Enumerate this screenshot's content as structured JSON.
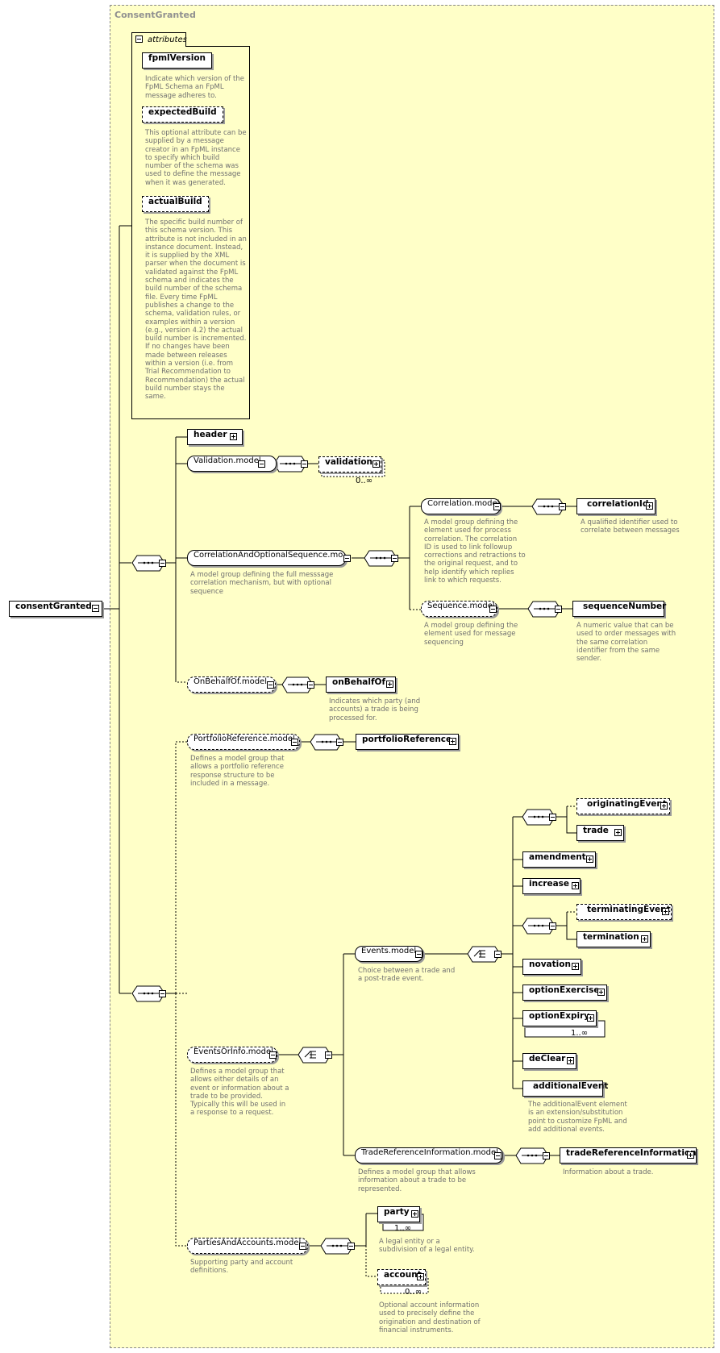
{
  "panel": {
    "title": "ConsentGranted"
  },
  "root": {
    "label": "consentGranted"
  },
  "attributes": {
    "tab_label": "attributes",
    "items": [
      {
        "name": "fpmlVersion",
        "desc": "Indicate which version of the\nFpML Schema an FpML\nmessage adheres to."
      },
      {
        "name": "expectedBuild",
        "desc": "This optional attribute can be\nsupplied by a message\ncreator in an FpML instance\nto specify which build\nnumber of the schema was\nused to define the message\nwhen it was generated."
      },
      {
        "name": "actualBuild",
        "desc": "The specific build number of\nthis schema version. This\nattribute is not included in an\ninstance document. Instead,\nit is supplied by the XML\nparser when the document is\nvalidated against the FpML\nschema and indicates the\nbuild number of the schema\nfile. Every time FpML\npublishes a change to the\nschema, validation rules, or\nexamples within a version\n(e.g., version 4.2) the actual\nbuild number is incremented.\nIf no changes have been\nmade between releases\nwithin a version (i.e. from\nTrial Recommendation to\nRecommendation) the actual\nbuild number stays the\nsame."
      }
    ]
  },
  "nodes": {
    "header": {
      "label": "header"
    },
    "validation_model": {
      "label": "Validation.model"
    },
    "validation": {
      "label": "validation",
      "occurs": "0..∞"
    },
    "corr_opt_seq": {
      "label": "CorrelationAndOptionalSequence.mo...",
      "desc": "A model group defining the full messsage\ncorrelation mechanism, but with optional\nsequence"
    },
    "correlation_model": {
      "label": "Correlation.model",
      "desc": "A model group defining the\nelement used for process\ncorrelation. The correlation\nID is used to link followup\ncorrections and retractions to\nthe original request, and to\nhelp identify which replies\nlink to which requests."
    },
    "correlation_id": {
      "label": "correlationId",
      "desc": "A qualified identifier used to\ncorrelate between messages"
    },
    "sequence_model": {
      "label": "Sequence.model",
      "desc": "A model group defining the\nelement used for message\nsequencing"
    },
    "sequence_number": {
      "label": "sequenceNumber",
      "desc": "A numeric value that can be\nused to order messages with\nthe same correlation\nidentifier from the same\nsender."
    },
    "on_behalf_of_model": {
      "label": "OnBehalfOf.model"
    },
    "on_behalf_of": {
      "label": "onBehalfOf",
      "desc": "Indicates which party (and\naccounts) a trade is being\nprocessed for."
    },
    "portfolio_ref_model": {
      "label": "PortfolioReference.model",
      "desc": "Defines a model group that\nallows a portfolio reference\nresponse structure to be\nincluded in a message."
    },
    "portfolio_reference": {
      "label": "portfolioReference"
    },
    "originating_event": {
      "label": "originatingEvent"
    },
    "trade": {
      "label": "trade"
    },
    "amendment": {
      "label": "amendment"
    },
    "increase": {
      "label": "increase"
    },
    "terminating_event": {
      "label": "terminatingEvent"
    },
    "termination": {
      "label": "termination"
    },
    "novation": {
      "label": "novation"
    },
    "option_exercise": {
      "label": "optionExercise"
    },
    "option_expiry": {
      "label": "optionExpiry",
      "occurs": "1..∞"
    },
    "declear": {
      "label": "deClear"
    },
    "additional_event": {
      "label": "additionalEvent",
      "desc": "The additionalEvent element\nis an extension/substitution\npoint to customize FpML and\nadd additional events."
    },
    "events_model": {
      "label": "Events.model",
      "desc": "Choice between a trade and\na post-trade event."
    },
    "events_or_info_model": {
      "label": "EventsOrInfo.model",
      "desc": "Defines a model group that\nallows either details of an\nevent or information about a\ntrade to be provided.\nTypically this will be used in\na response to a request."
    },
    "trade_ref_info_model": {
      "label": "TradeReferenceInformation.model",
      "desc": "Defines a model group that allows\ninformation about a trade to be\nrepresented."
    },
    "trade_ref_info": {
      "label": "tradeReferenceInformation",
      "desc": "Information about a trade."
    },
    "parties_accounts_model": {
      "label": "PartiesAndAccounts.model",
      "desc": "Supporting party and account\ndefinitions."
    },
    "party": {
      "label": "party",
      "occurs": "1..∞",
      "desc": "A legal entity or a\nsubdivision of a legal entity."
    },
    "account": {
      "label": "account",
      "occurs": "0..∞",
      "desc": "Optional account information\nused to precisely define the\norigination and destination of\nfinancial instruments."
    }
  }
}
